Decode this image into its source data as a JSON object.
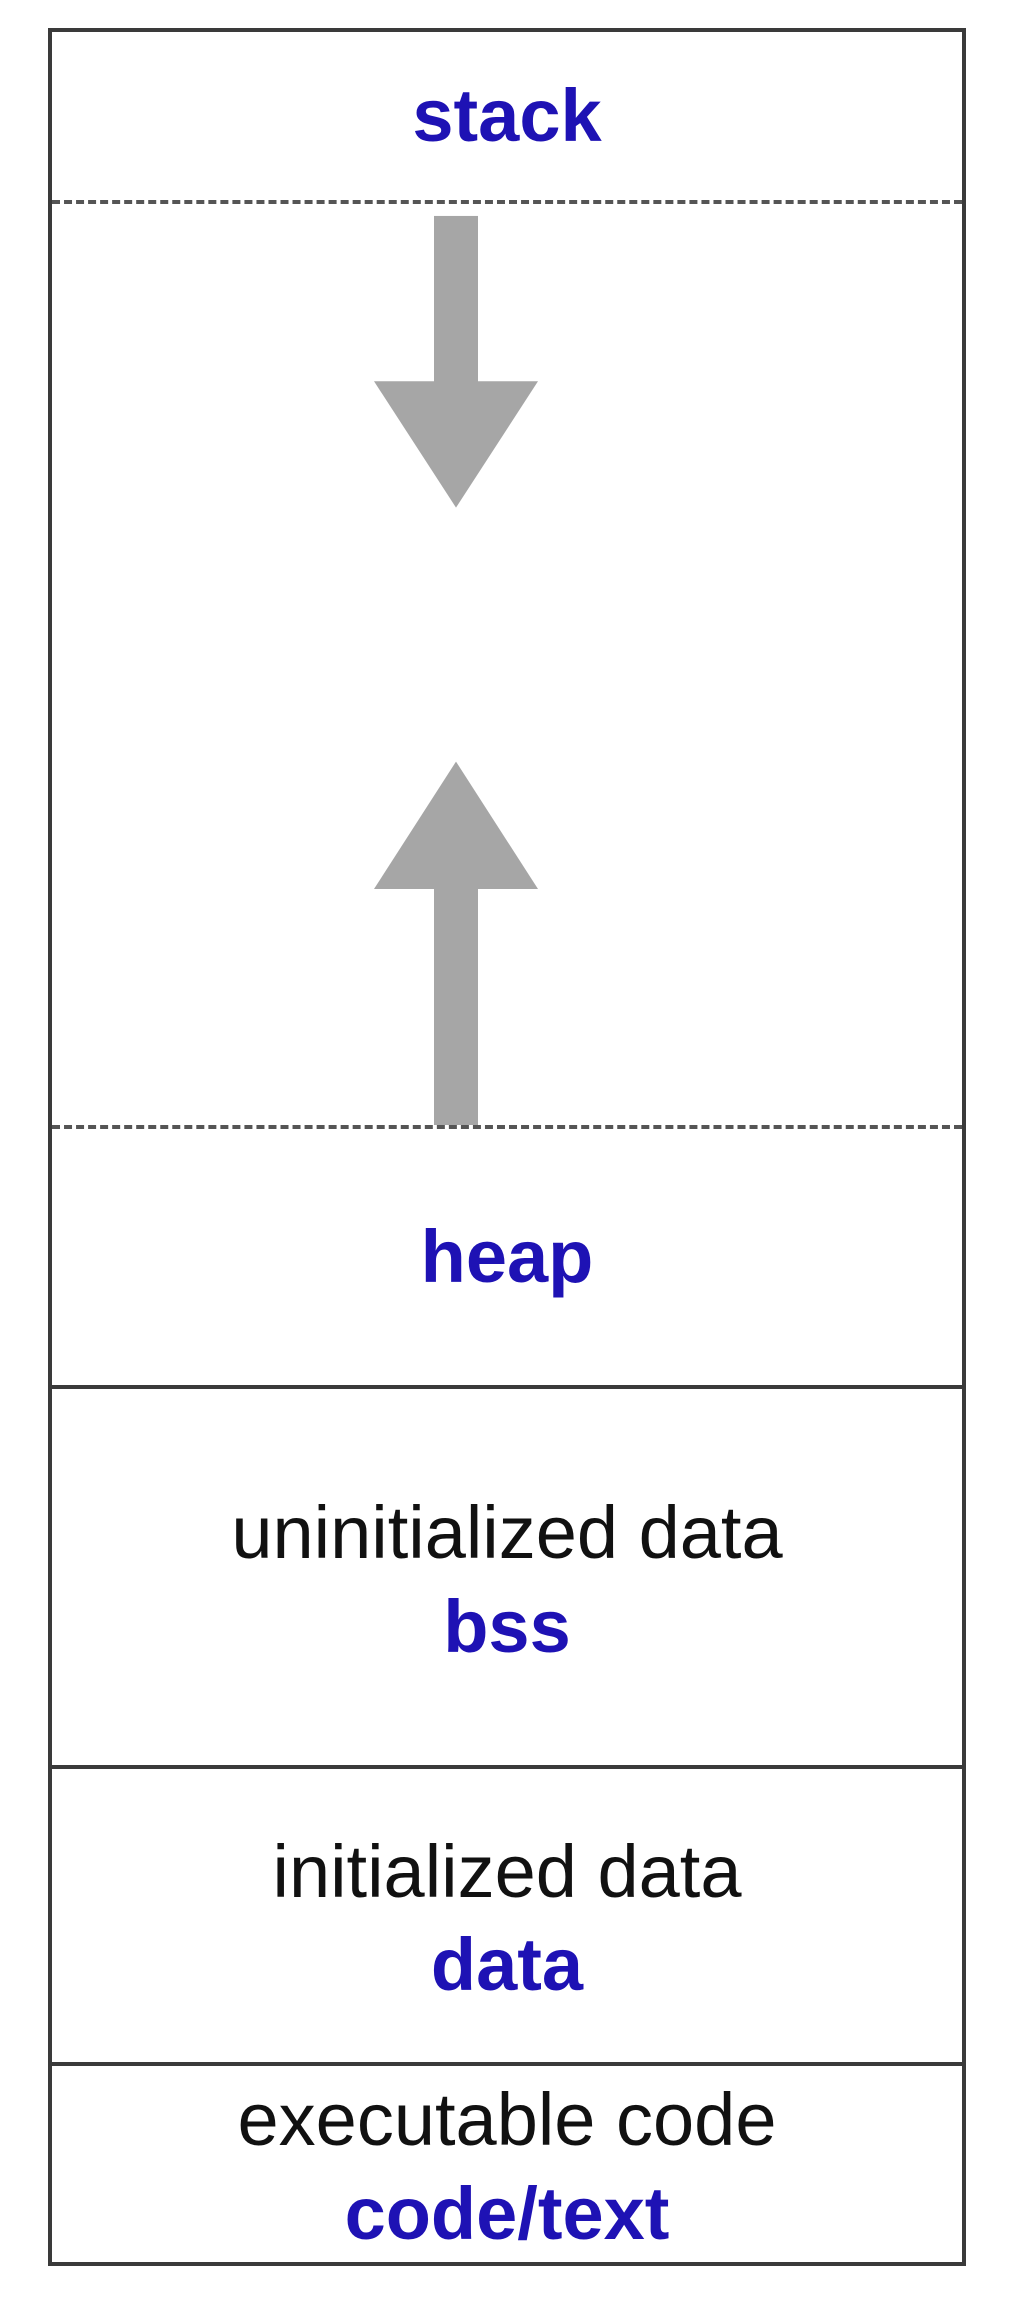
{
  "segments": {
    "stack": {
      "name": "stack"
    },
    "heap": {
      "name": "heap"
    },
    "bss": {
      "description": "uninitialized data",
      "name": "bss"
    },
    "data": {
      "description": "initialized data",
      "name": "data"
    },
    "code": {
      "description": "executable code",
      "name": "code/text"
    }
  },
  "colors": {
    "segment_name": "#1e12b4",
    "description": "#111111",
    "arrow": "#a6a6a6",
    "border": "#3a3a3a"
  },
  "icons": {
    "stack_growth": "arrow-down-icon",
    "heap_growth": "arrow-up-icon"
  }
}
